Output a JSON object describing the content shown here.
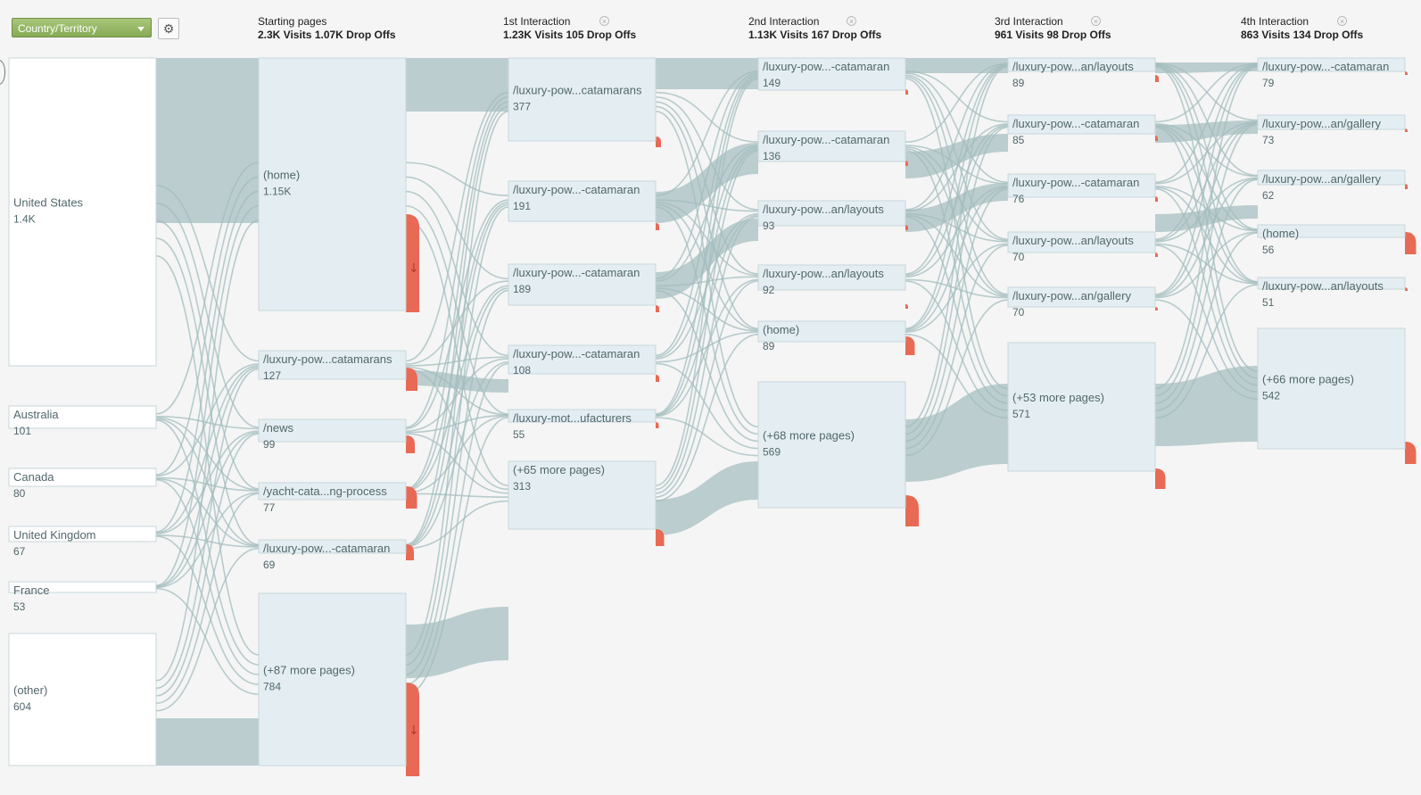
{
  "dimension_selector": {
    "label": "Country/Territory"
  },
  "settings": {
    "icon": "gear-icon"
  },
  "columns": [
    {
      "title": "Starting pages",
      "stats": "2.3K Visits 1.07K Drop Offs",
      "closable": false
    },
    {
      "title": "1st Interaction",
      "stats": "1.23K Visits 105 Drop Offs",
      "closable": true
    },
    {
      "title": "2nd Interaction",
      "stats": "1.13K Visits 167 Drop Offs",
      "closable": true
    },
    {
      "title": "3rd Interaction",
      "stats": "961 Visits 98 Drop Offs",
      "closable": true
    },
    {
      "title": "4th Interaction",
      "stats": "863 Visits 134 Drop Offs",
      "closable": true
    }
  ],
  "colors": {
    "node_fill": "#e4eef2",
    "country_fill": "#ffffff",
    "link": "#a3bcbe",
    "dropoff": "#e86a55",
    "background": "#f5f5f5"
  },
  "chart_data": {
    "type": "flow",
    "countries": [
      {
        "label": "United States",
        "value": "1.4K"
      },
      {
        "label": "Australia",
        "value": "101"
      },
      {
        "label": "Canada",
        "value": "80"
      },
      {
        "label": "United Kingdom",
        "value": "67"
      },
      {
        "label": "France",
        "value": "53"
      },
      {
        "label": "(other)",
        "value": "604"
      }
    ],
    "stages": [
      [
        {
          "label": "(home)",
          "value": "1.15K"
        },
        {
          "label": "/luxury-pow...catamarans",
          "value": "127"
        },
        {
          "label": "/news",
          "value": "99"
        },
        {
          "label": "/yacht-cata...ng-process",
          "value": "77"
        },
        {
          "label": "/luxury-pow...-catamaran",
          "value": "69"
        },
        {
          "label": "(+87 more pages)",
          "value": "784"
        }
      ],
      [
        {
          "label": "/luxury-pow...catamarans",
          "value": "377"
        },
        {
          "label": "/luxury-pow...-catamaran",
          "value": "191"
        },
        {
          "label": "/luxury-pow...-catamaran",
          "value": "189"
        },
        {
          "label": "/luxury-pow...-catamaran",
          "value": "108"
        },
        {
          "label": "/luxury-mot...ufacturers",
          "value": "55"
        },
        {
          "label": "(+65 more pages)",
          "value": "313"
        }
      ],
      [
        {
          "label": "/luxury-pow...-catamaran",
          "value": "149"
        },
        {
          "label": "/luxury-pow...-catamaran",
          "value": "136"
        },
        {
          "label": "/luxury-pow...an/layouts",
          "value": "93"
        },
        {
          "label": "/luxury-pow...an/layouts",
          "value": "92"
        },
        {
          "label": "(home)",
          "value": "89"
        },
        {
          "label": "(+68 more pages)",
          "value": "569"
        }
      ],
      [
        {
          "label": "/luxury-pow...an/layouts",
          "value": "89"
        },
        {
          "label": "/luxury-pow...-catamaran",
          "value": "85"
        },
        {
          "label": "/luxury-pow...-catamaran",
          "value": "76"
        },
        {
          "label": "/luxury-pow...an/layouts",
          "value": "70"
        },
        {
          "label": "/luxury-pow...an/gallery",
          "value": "70"
        },
        {
          "label": "(+53 more pages)",
          "value": "571"
        }
      ],
      [
        {
          "label": "/luxury-pow...-catamaran",
          "value": "79"
        },
        {
          "label": "/luxury-pow...an/gallery",
          "value": "73"
        },
        {
          "label": "/luxury-pow...an/gallery",
          "value": "62"
        },
        {
          "label": "(home)",
          "value": "56"
        },
        {
          "label": "/luxury-pow...an/layouts",
          "value": "51"
        },
        {
          "label": "(+66 more pages)",
          "value": "542"
        }
      ]
    ]
  }
}
